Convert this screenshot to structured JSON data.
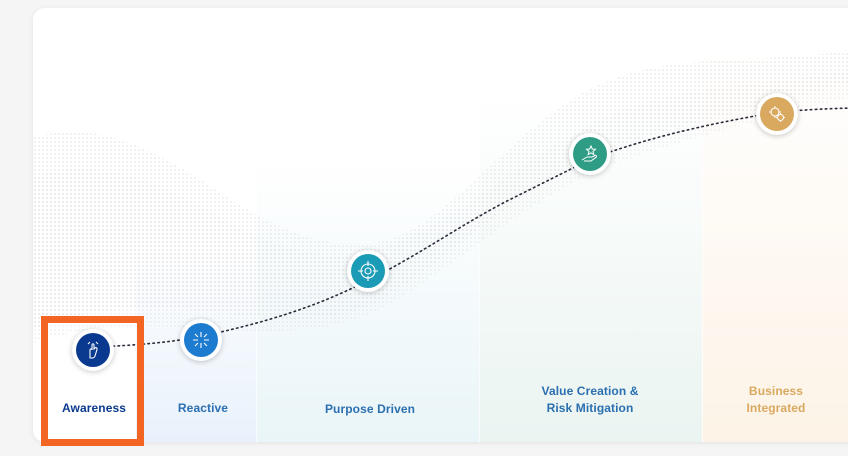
{
  "stages": [
    {
      "label": "Awareness",
      "icon": "hand-gesture-icon",
      "color": "#0a3a8f",
      "label_color": "#0a3a8f"
    },
    {
      "label": "Reactive",
      "icon": "arrows-expand-icon",
      "color": "#1d7bd0",
      "label_color": "#2a6fb0"
    },
    {
      "label": "Purpose Driven",
      "icon": "target-icon",
      "color": "#1b9bb5",
      "label_color": "#2a6fb0"
    },
    {
      "label": "Value Creation &\nRisk Mitigation",
      "icon": "star-hand-icon",
      "color": "#2f9c85",
      "label_color": "#2a6fb0"
    },
    {
      "label": "Business\nIntegrated",
      "icon": "gears-icon",
      "color": "#d9a960",
      "label_color": "#d9a960"
    }
  ],
  "highlight": {
    "stage": "Awareness",
    "color": "#f26522"
  }
}
